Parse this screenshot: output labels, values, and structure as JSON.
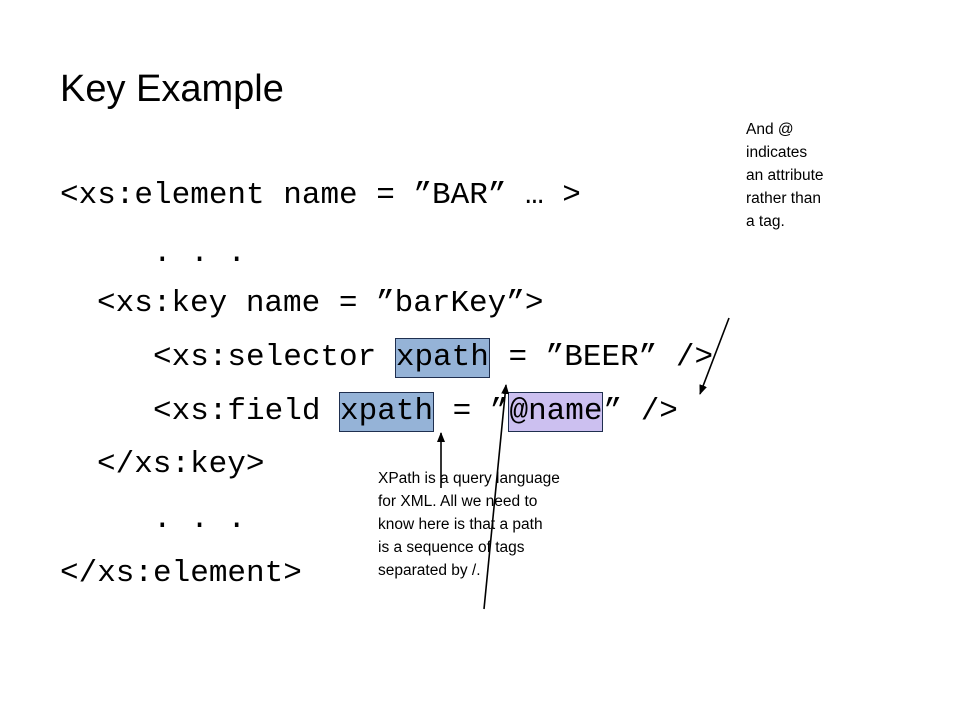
{
  "slide": {
    "title": "Key Example",
    "code": {
      "line1": "<xs:element name = ”BAR” … >",
      "line2": ". . .",
      "line3": "<xs:key name = ”barKey”>",
      "line4_pre": "<xs:selector ",
      "line4_hl": "xpath",
      "line4_post": " = ”BEER” />",
      "line5_pre": "<xs:field ",
      "line5_hl": "xpath",
      "line5_mid": " = ”",
      "line5_hl2": "@name",
      "line5_post": "” />",
      "line6": "</xs:key>",
      "line7": ". . .",
      "line8": "</xs:element>"
    },
    "note_attribute": {
      "lines": [
        "And @",
        "indicates",
        "an attribute",
        "rather than",
        "a tag."
      ]
    },
    "note_xpath": {
      "lines": [
        "XPath is a query language",
        "for XML.  All we need to",
        "know here is that a path",
        "is a sequence of tags",
        "separated by /."
      ]
    }
  }
}
